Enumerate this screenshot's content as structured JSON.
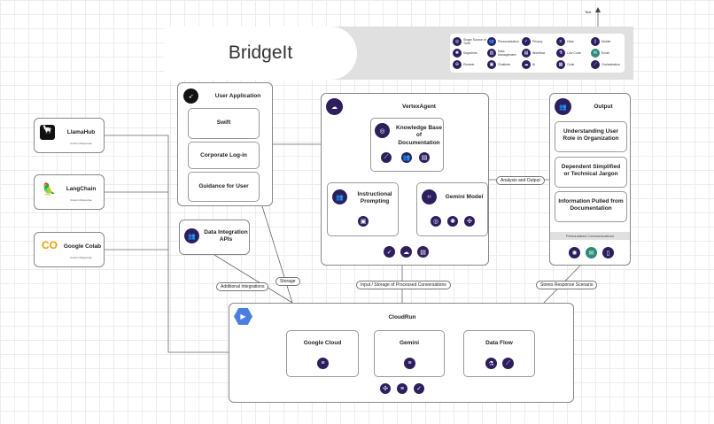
{
  "title": "BridgeIt",
  "top_text": "Text",
  "legend": [
    {
      "label": "Single Source of Truth",
      "icon": "target-icon"
    },
    {
      "label": "Personalization",
      "icon": "people-icon"
    },
    {
      "label": "Privacy",
      "icon": "shield-icon"
    },
    {
      "label": "Data",
      "icon": "database-icon"
    },
    {
      "label": "Mobile",
      "icon": "mobile-icon"
    },
    {
      "label": "Segments",
      "icon": "segments-icon"
    },
    {
      "label": "Data Management",
      "icon": "data-management-icon"
    },
    {
      "label": "Workflow",
      "icon": "workflow-icon"
    },
    {
      "label": "Low Code",
      "icon": "low-code-icon"
    },
    {
      "label": "Email",
      "icon": "email-icon"
    },
    {
      "label": "Einstein",
      "icon": "einstein-icon"
    },
    {
      "label": "Chatbots",
      "icon": "chatbot-icon"
    },
    {
      "label": "AI",
      "icon": "cloud-icon"
    },
    {
      "label": "Code",
      "icon": "code-icon"
    },
    {
      "label": "Orchestration",
      "icon": "orchestration-icon"
    }
  ],
  "sources": [
    {
      "name": "LlamaHub",
      "sub": "Custom Response"
    },
    {
      "name": "LangChain",
      "sub": "Custom Response"
    },
    {
      "name": "Google Colab",
      "sub": "Custom Response"
    }
  ],
  "user_app": {
    "title": "User Application",
    "items": [
      "Swift",
      "Corporate Log-in",
      "Guidance for User"
    ]
  },
  "data_integration": "Data Integration APIs",
  "vertex": {
    "title": "VertexAgent",
    "kb": "Knowledge Base of Documentation",
    "instr": "Instructional Prompting",
    "gemini": "Gemini Model"
  },
  "output": {
    "title": "Output",
    "items": [
      "Understanding User Role in Organization",
      "Dependent Simplified or Technical Jargon",
      "Information Pulled from Documentation"
    ],
    "band": "Personalized Communications"
  },
  "cloudrun": {
    "title": "CloudRun",
    "items": [
      "Google Cloud",
      "Gemini",
      "Data Flow"
    ]
  },
  "edges": {
    "analysis": "Analysis and Output",
    "additional": "Additional Integrations",
    "storage": "Storage",
    "input_storage": "Input / Storage of Processed Conversations",
    "stores": "Stores Response Scenario"
  },
  "colors": {
    "icon": "#2d1e5e",
    "email": "#2f8a78"
  }
}
